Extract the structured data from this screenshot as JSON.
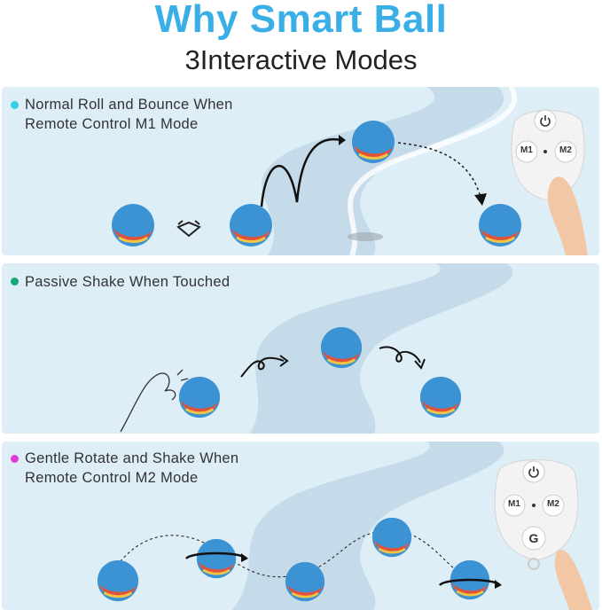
{
  "header": {
    "title": "Why Smart Ball",
    "subtitle": "3Interactive Modes"
  },
  "colors": {
    "title": "#3aaee6",
    "panel_bg": "#ddeef7",
    "ball_blue": "#3c93d4",
    "dot_mode1": "#31d0e8",
    "dot_mode2": "#14a77a",
    "dot_mode3": "#e03ad7"
  },
  "modes": [
    {
      "line1": "Normal Roll and Bounce When",
      "line2": "Remote Control M1 Mode"
    },
    {
      "line1": "Passive Shake When Touched",
      "line2": ""
    },
    {
      "line1": "Gentle Rotate and Shake When",
      "line2": "Remote Control M2 Mode"
    }
  ],
  "remote1": {
    "m1": "M1",
    "m2": "M2"
  },
  "remote2": {
    "m1": "M1",
    "m2": "M2",
    "g": "G"
  },
  "icons": [
    "power-icon",
    "ball-icon",
    "hand-icon",
    "finger-icon",
    "arrow-icon",
    "rotation-arrow-icon"
  ]
}
